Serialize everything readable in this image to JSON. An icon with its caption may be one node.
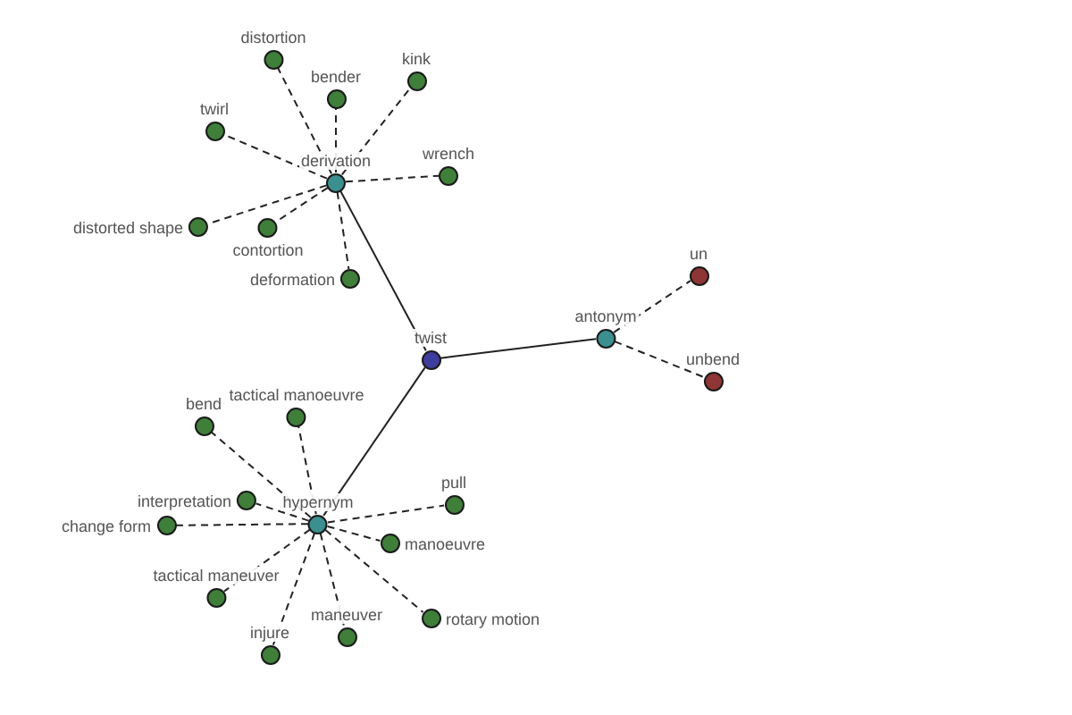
{
  "diagram": {
    "nodes": [
      {
        "text": [
          "twist"
        ]
      },
      {
        "text": [
          "derivation"
        ]
      },
      {
        "text": [
          "hypernym"
        ]
      },
      {
        "text": [
          "antonym"
        ]
      },
      {
        "text": [
          "un"
        ]
      },
      {
        "text": [
          "unbend"
        ]
      },
      {
        "text": [
          "distortion"
        ]
      },
      {
        "text": [
          "bender"
        ]
      },
      {
        "text": [
          "kink"
        ]
      },
      {
        "text": [
          "twirl"
        ]
      },
      {
        "text": [
          "wrench"
        ]
      },
      {
        "text": [
          "distorted shape"
        ]
      },
      {
        "text": [
          "contortion"
        ]
      },
      {
        "text": [
          "deformation"
        ]
      },
      {
        "text": [
          "tactical manoeuvre"
        ]
      },
      {
        "text": [
          "bend"
        ]
      },
      {
        "text": [
          "interpretation"
        ]
      },
      {
        "text": [
          "change form"
        ]
      },
      {
        "text": [
          "pull"
        ]
      },
      {
        "text": [
          "manoeuvre"
        ]
      },
      {
        "text": [
          "tactical maneuver"
        ]
      },
      {
        "text": [
          "rotary motion"
        ]
      },
      {
        "text": [
          "maneuver"
        ]
      },
      {
        "text": [
          "injure"
        ]
      }
    ],
    "edges": [
      {
        "from": 0,
        "to": 1,
        "arrow": "none"
      },
      {
        "from": 0,
        "to": 2,
        "arrow": "none"
      },
      {
        "from": 0,
        "to": 3,
        "arrow": "none"
      },
      {
        "from": 3,
        "to": 4,
        "arrow": "none",
        "style": "dashed"
      },
      {
        "from": 3,
        "to": 5,
        "arrow": "none",
        "style": "dashed"
      },
      {
        "from": 1,
        "to": 6,
        "arrow": "none",
        "style": "dashed"
      },
      {
        "from": 1,
        "to": 7,
        "arrow": "none",
        "style": "dashed"
      },
      {
        "from": 1,
        "to": 8,
        "arrow": "none",
        "style": "dashed"
      },
      {
        "from": 1,
        "to": 9,
        "arrow": "none",
        "style": "dashed"
      },
      {
        "from": 1,
        "to": 10,
        "arrow": "none",
        "style": "dashed"
      },
      {
        "from": 1,
        "to": 11,
        "arrow": "none",
        "style": "dashed"
      },
      {
        "from": 1,
        "to": 12,
        "arrow": "none",
        "style": "dashed"
      },
      {
        "from": 1,
        "to": 13,
        "arrow": "none",
        "style": "dashed"
      },
      {
        "from": 2,
        "to": 14,
        "arrow": "none",
        "style": "dashed"
      },
      {
        "from": 2,
        "to": 15,
        "arrow": "none",
        "style": "dashed"
      },
      {
        "from": 2,
        "to": 16,
        "arrow": "none",
        "style": "dashed"
      },
      {
        "from": 2,
        "to": 17,
        "arrow": "none",
        "style": "dashed"
      },
      {
        "from": 2,
        "to": 18,
        "arrow": "none",
        "style": "dashed"
      },
      {
        "from": 2,
        "to": 19,
        "arrow": "none",
        "style": "dashed"
      },
      {
        "from": 2,
        "to": 20,
        "arrow": "none",
        "style": "dashed"
      },
      {
        "from": 2,
        "to": 21,
        "arrow": "none",
        "style": "dashed"
      },
      {
        "from": 2,
        "to": 22,
        "arrow": "none",
        "style": "dashed"
      },
      {
        "from": 2,
        "to": 23,
        "arrow": "none",
        "style": "dashed"
      }
    ]
  }
}
